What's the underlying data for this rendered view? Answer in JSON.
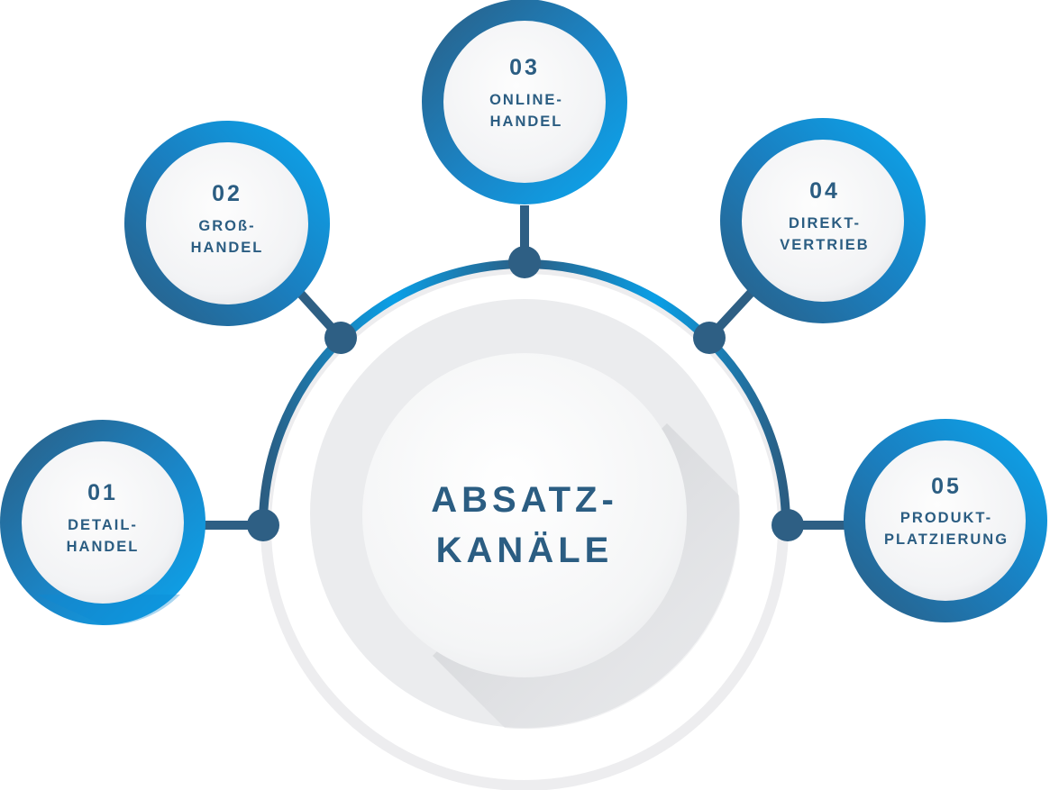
{
  "center": {
    "line1": "ABSATZ-",
    "line2": "KANÄLE"
  },
  "channels": [
    {
      "number": "01",
      "line1": "DETAIL-",
      "line2": "HANDEL"
    },
    {
      "number": "02",
      "line1": "GROß-",
      "line2": "HANDEL"
    },
    {
      "number": "03",
      "line1": "ONLINE-",
      "line2": "HANDEL"
    },
    {
      "number": "04",
      "line1": "DIREKT-",
      "line2": "VERTRIEB"
    },
    {
      "number": "05",
      "line1": "PRODUKT-",
      "line2": "PLATZIERUNG"
    }
  ],
  "colors": {
    "ring_blue": "#0a9fe6",
    "ring_dark": "#2b5d82",
    "connector": "#2e5f84",
    "text": "#2b5d82",
    "center_fill": "#f1f2f4",
    "outer_ring": "#ececee"
  }
}
